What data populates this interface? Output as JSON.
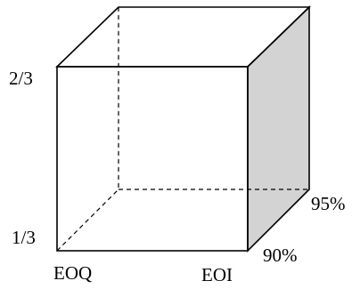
{
  "labels": {
    "top_left": "2/3",
    "bottom_left": "1/3",
    "bottom_front_left": "EOQ",
    "bottom_front_right": "EOI",
    "depth_back": "95%",
    "depth_front": "90%"
  },
  "colors": {
    "shaded_face": "#d3d3d3",
    "line": "#000000",
    "background": "#ffffff"
  }
}
